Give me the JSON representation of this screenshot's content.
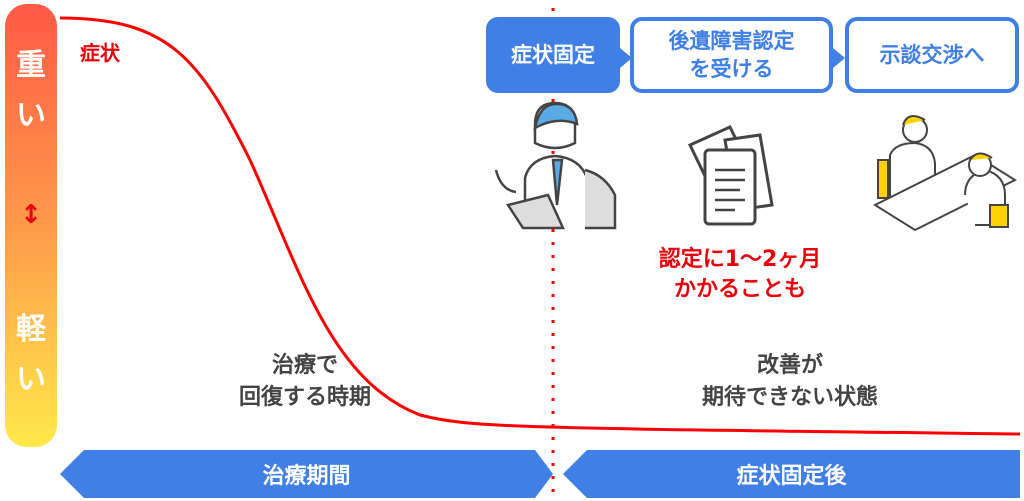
{
  "scale": {
    "heavy": [
      "重",
      "い"
    ],
    "arrow": "↕",
    "light": [
      "軽",
      "い"
    ]
  },
  "curve_label": "症状",
  "steps": [
    {
      "label": "症状固定"
    },
    {
      "label_lines": [
        "後遺障害認定",
        "を受ける"
      ]
    },
    {
      "label": "示談交渉へ"
    }
  ],
  "note_lines": [
    "認定に1〜2ヶ月",
    "かかることも"
  ],
  "phase_left_lines": [
    "治療で",
    "回復する時期"
  ],
  "phase_right_lines": [
    "改善が",
    "期待できない状態"
  ],
  "banners": {
    "left": "治療期間",
    "right": "症状固定後"
  },
  "colors": {
    "blue": "#3f7fe6",
    "red": "#e8000b"
  }
}
